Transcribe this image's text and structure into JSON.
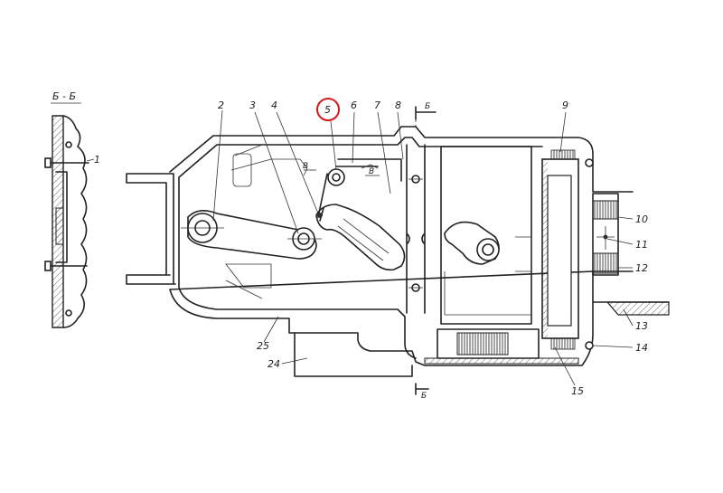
{
  "section_label": "Б - Б",
  "cut_marks": [
    "Б",
    "Б"
  ],
  "inner_marks": [
    "В",
    "В"
  ],
  "highlight": {
    "label": "5",
    "color": "#d11a1a"
  },
  "callouts": [
    {
      "id": "1",
      "label": "1"
    },
    {
      "id": "2",
      "label": "2"
    },
    {
      "id": "3",
      "label": "3"
    },
    {
      "id": "4",
      "label": "4"
    },
    {
      "id": "5",
      "label": "5"
    },
    {
      "id": "6",
      "label": "6"
    },
    {
      "id": "7",
      "label": "7"
    },
    {
      "id": "8",
      "label": "8"
    },
    {
      "id": "9",
      "label": "9"
    },
    {
      "id": "10",
      "label": "10"
    },
    {
      "id": "11",
      "label": "11"
    },
    {
      "id": "12",
      "label": "12"
    },
    {
      "id": "13",
      "label": "13"
    },
    {
      "id": "14",
      "label": "14"
    },
    {
      "id": "15",
      "label": "15"
    },
    {
      "id": "24",
      "label": "24"
    },
    {
      "id": "25",
      "label": "25"
    }
  ]
}
